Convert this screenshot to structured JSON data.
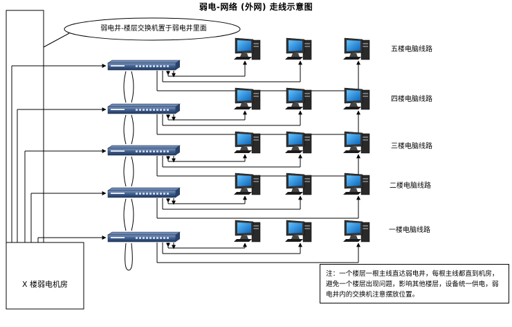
{
  "title": "弱电-网络 (外网) 走线示意图",
  "callout": "弱电井-楼层交换机置于弱电井里面",
  "machine_room": "X 楼弱电机房",
  "floors": [
    {
      "label": "五楼电脑线路"
    },
    {
      "label": "四楼电脑线路"
    },
    {
      "label": "三楼电脑线路"
    },
    {
      "label": "二楼电脑线路"
    },
    {
      "label": "一楼电脑线路"
    }
  ],
  "note": "注：一个楼层一根主线直达弱电井，每根主线都直到机房，避免一个楼层出现问题，影响其他楼层，设备统一供电，弱电井内的交换机注意摆放位置。",
  "colors": {
    "switch_body": "#3f5f8c",
    "switch_top": "#6d89b2",
    "screen": "#1a8fe0",
    "tower": "#2a2a2a"
  },
  "icons": {
    "switch": "network-switch-icon",
    "computer": "desktop-computer-icon"
  }
}
